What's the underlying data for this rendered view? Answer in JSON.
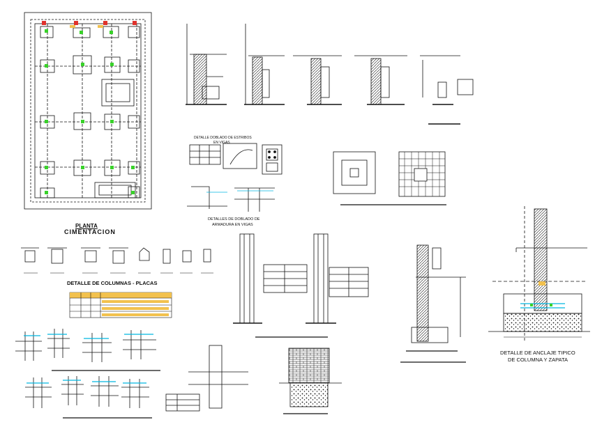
{
  "labels": {
    "plan_title_1": "PLANTA",
    "plan_title_2": "CIMENTACION",
    "section_top_label_1": "DETALLE DOBLADO DE ESTRIBOS",
    "section_top_label_2": "EN VIGAS",
    "beam_detail_1": "DETALLES DE DOBLADO DE",
    "beam_detail_2": "ARMADURA EN VIGAS",
    "columns_title": "DETALLE DE COLUMNAS - PLACAS",
    "anchor_title_1": "DETALLE DE ANCLAJE TIPICO",
    "anchor_title_2": "DE COLUMNA Y ZAPATA"
  },
  "colors": {
    "line": "#111111",
    "accent_cyan": "#00b7e0",
    "accent_green": "#39d12a",
    "accent_red": "#e0312b",
    "accent_yellow": "#f2c14e"
  }
}
